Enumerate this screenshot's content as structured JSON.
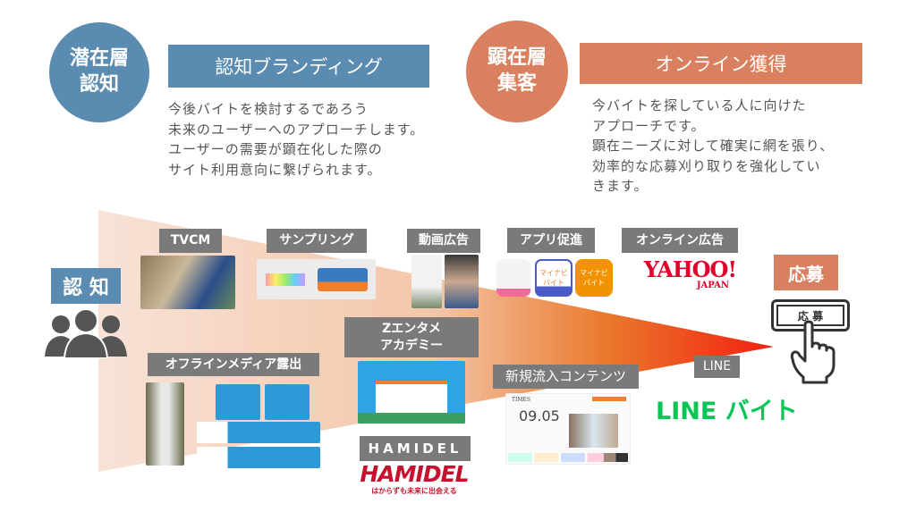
{
  "colors": {
    "blue": "#5a8bb0",
    "orange": "#d98060",
    "tag_gray": "#7a7a7a",
    "line_green": "#06c755",
    "hamidel_red": "#c8102e",
    "yahoo_red": "#e0002a"
  },
  "latent": {
    "circle": "潜在層\n認知",
    "banner": "認知ブランディング",
    "description": "今後バイトを検討するであろう\n未来のユーザーへのアプローチします。\nユーザーの需要が顕在化した際の\nサイト利用意向に繋げられます。"
  },
  "manifest": {
    "circle": "顕在層\n集客",
    "banner": "オンライン獲得",
    "description": "今バイトを探している人に向けた\nアプローチです。\n顕在ニーズに対して確実に網を張り、\n効率的な応募刈り取りを強化してい\nきます。"
  },
  "awareness_label": "認 知",
  "apply_label": "応募",
  "apply_button_text": "応 募",
  "tags": {
    "tvcm": "TVCM",
    "sampling": "サンプリング",
    "video_ad": "動画広告",
    "app": "アプリ促進",
    "online_ad": "オンライン広告",
    "z_academy": "Zエンタメ\nアカデミー",
    "offline": "オフラインメディア露出",
    "hamidel": "HAMIDEL",
    "new_content": "新規流入コンテンツ",
    "line": "LINE"
  },
  "logos": {
    "yahoo": "YAHOO!",
    "yahoo_sub": "JAPAN",
    "hamidel": "HAMIDEL",
    "hamidel_sub": "はからずも未来に出会える",
    "line_baito": "LINE バイト",
    "times_date": "09.05",
    "times_title": "TIMES",
    "app_icon": "マイナビ バイト"
  }
}
